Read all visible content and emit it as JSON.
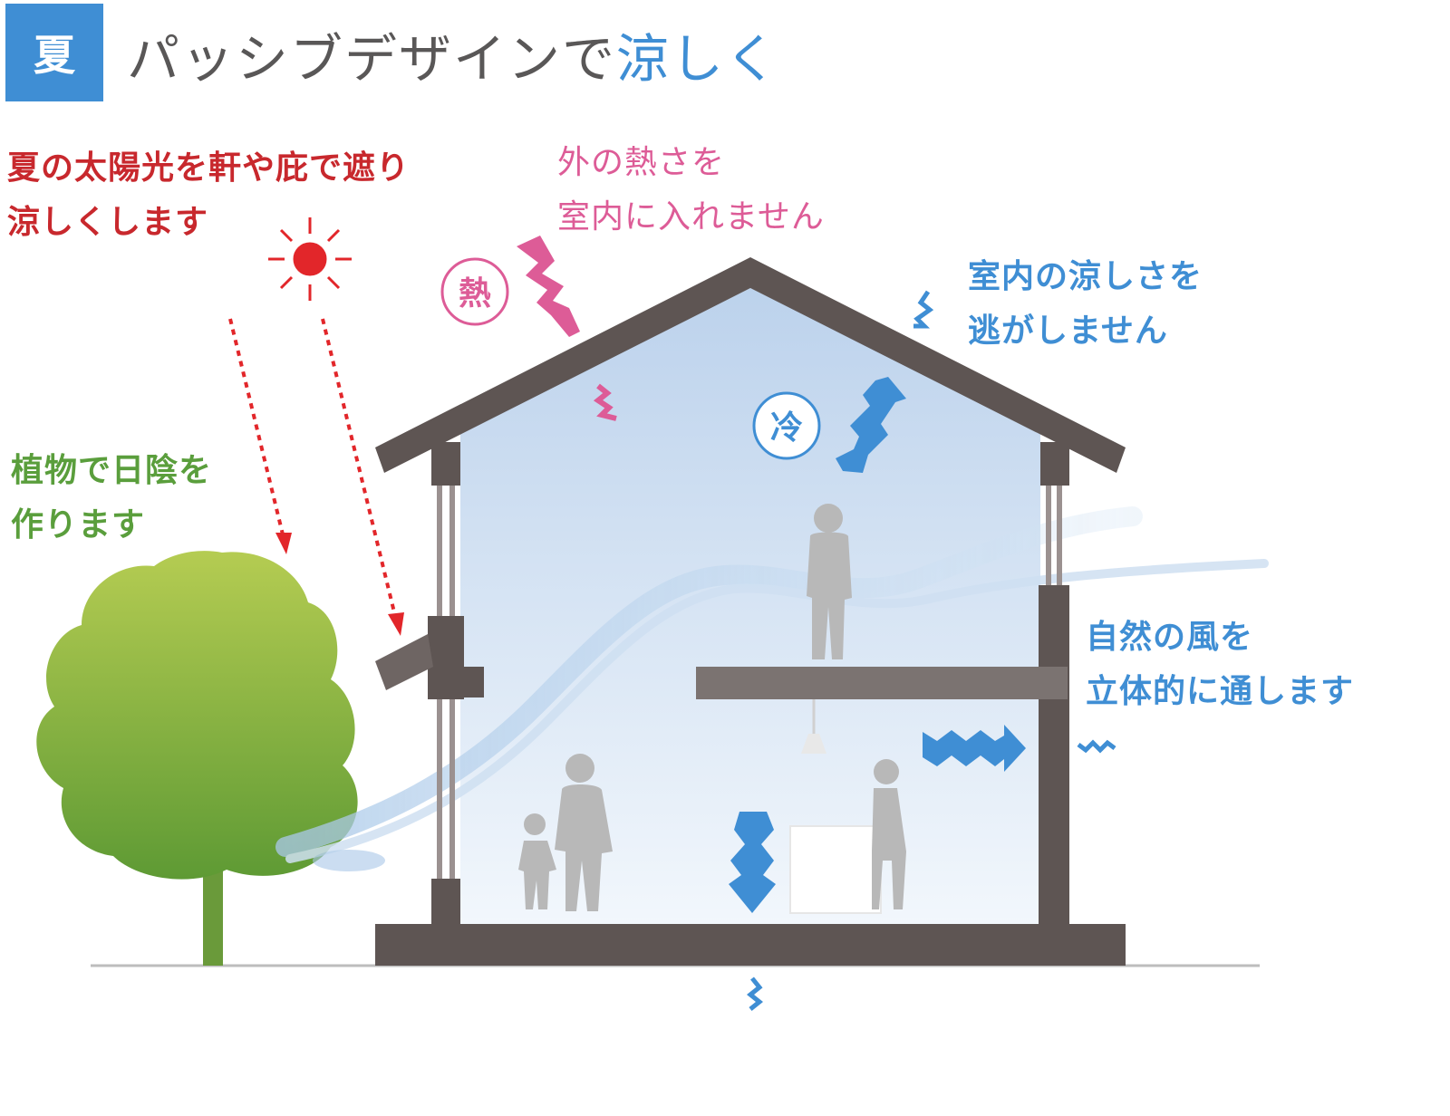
{
  "header": {
    "badge": "夏",
    "title_prefix": "パッシブデザインで",
    "title_accent": "涼しく"
  },
  "captions": {
    "sun_line1": "夏の太陽光を軒や庇で遮り",
    "sun_line2": "涼しくします",
    "heat_line1": "外の熱さを",
    "heat_line2": "室内に入れません",
    "cool_line1": "室内の涼しさを",
    "cool_line2": "逃がしません",
    "plant_line1": "植物で日陰を",
    "plant_line2": "作ります",
    "wind_line1": "自然の風を",
    "wind_line2": "立体的に通します"
  },
  "badges": {
    "heat": "熱",
    "cool": "冷"
  },
  "colors": {
    "accent_blue": "#3f8ed4",
    "sun_red": "#c8282d",
    "heat_pink": "#dd5c97",
    "plant_green": "#5a9e3c",
    "house_brown": "#5e5553"
  },
  "icons": [
    "sun-icon",
    "tree-icon",
    "house-icon",
    "person-icon",
    "pendant-lamp-icon",
    "zigzag-arrow-icon"
  ]
}
